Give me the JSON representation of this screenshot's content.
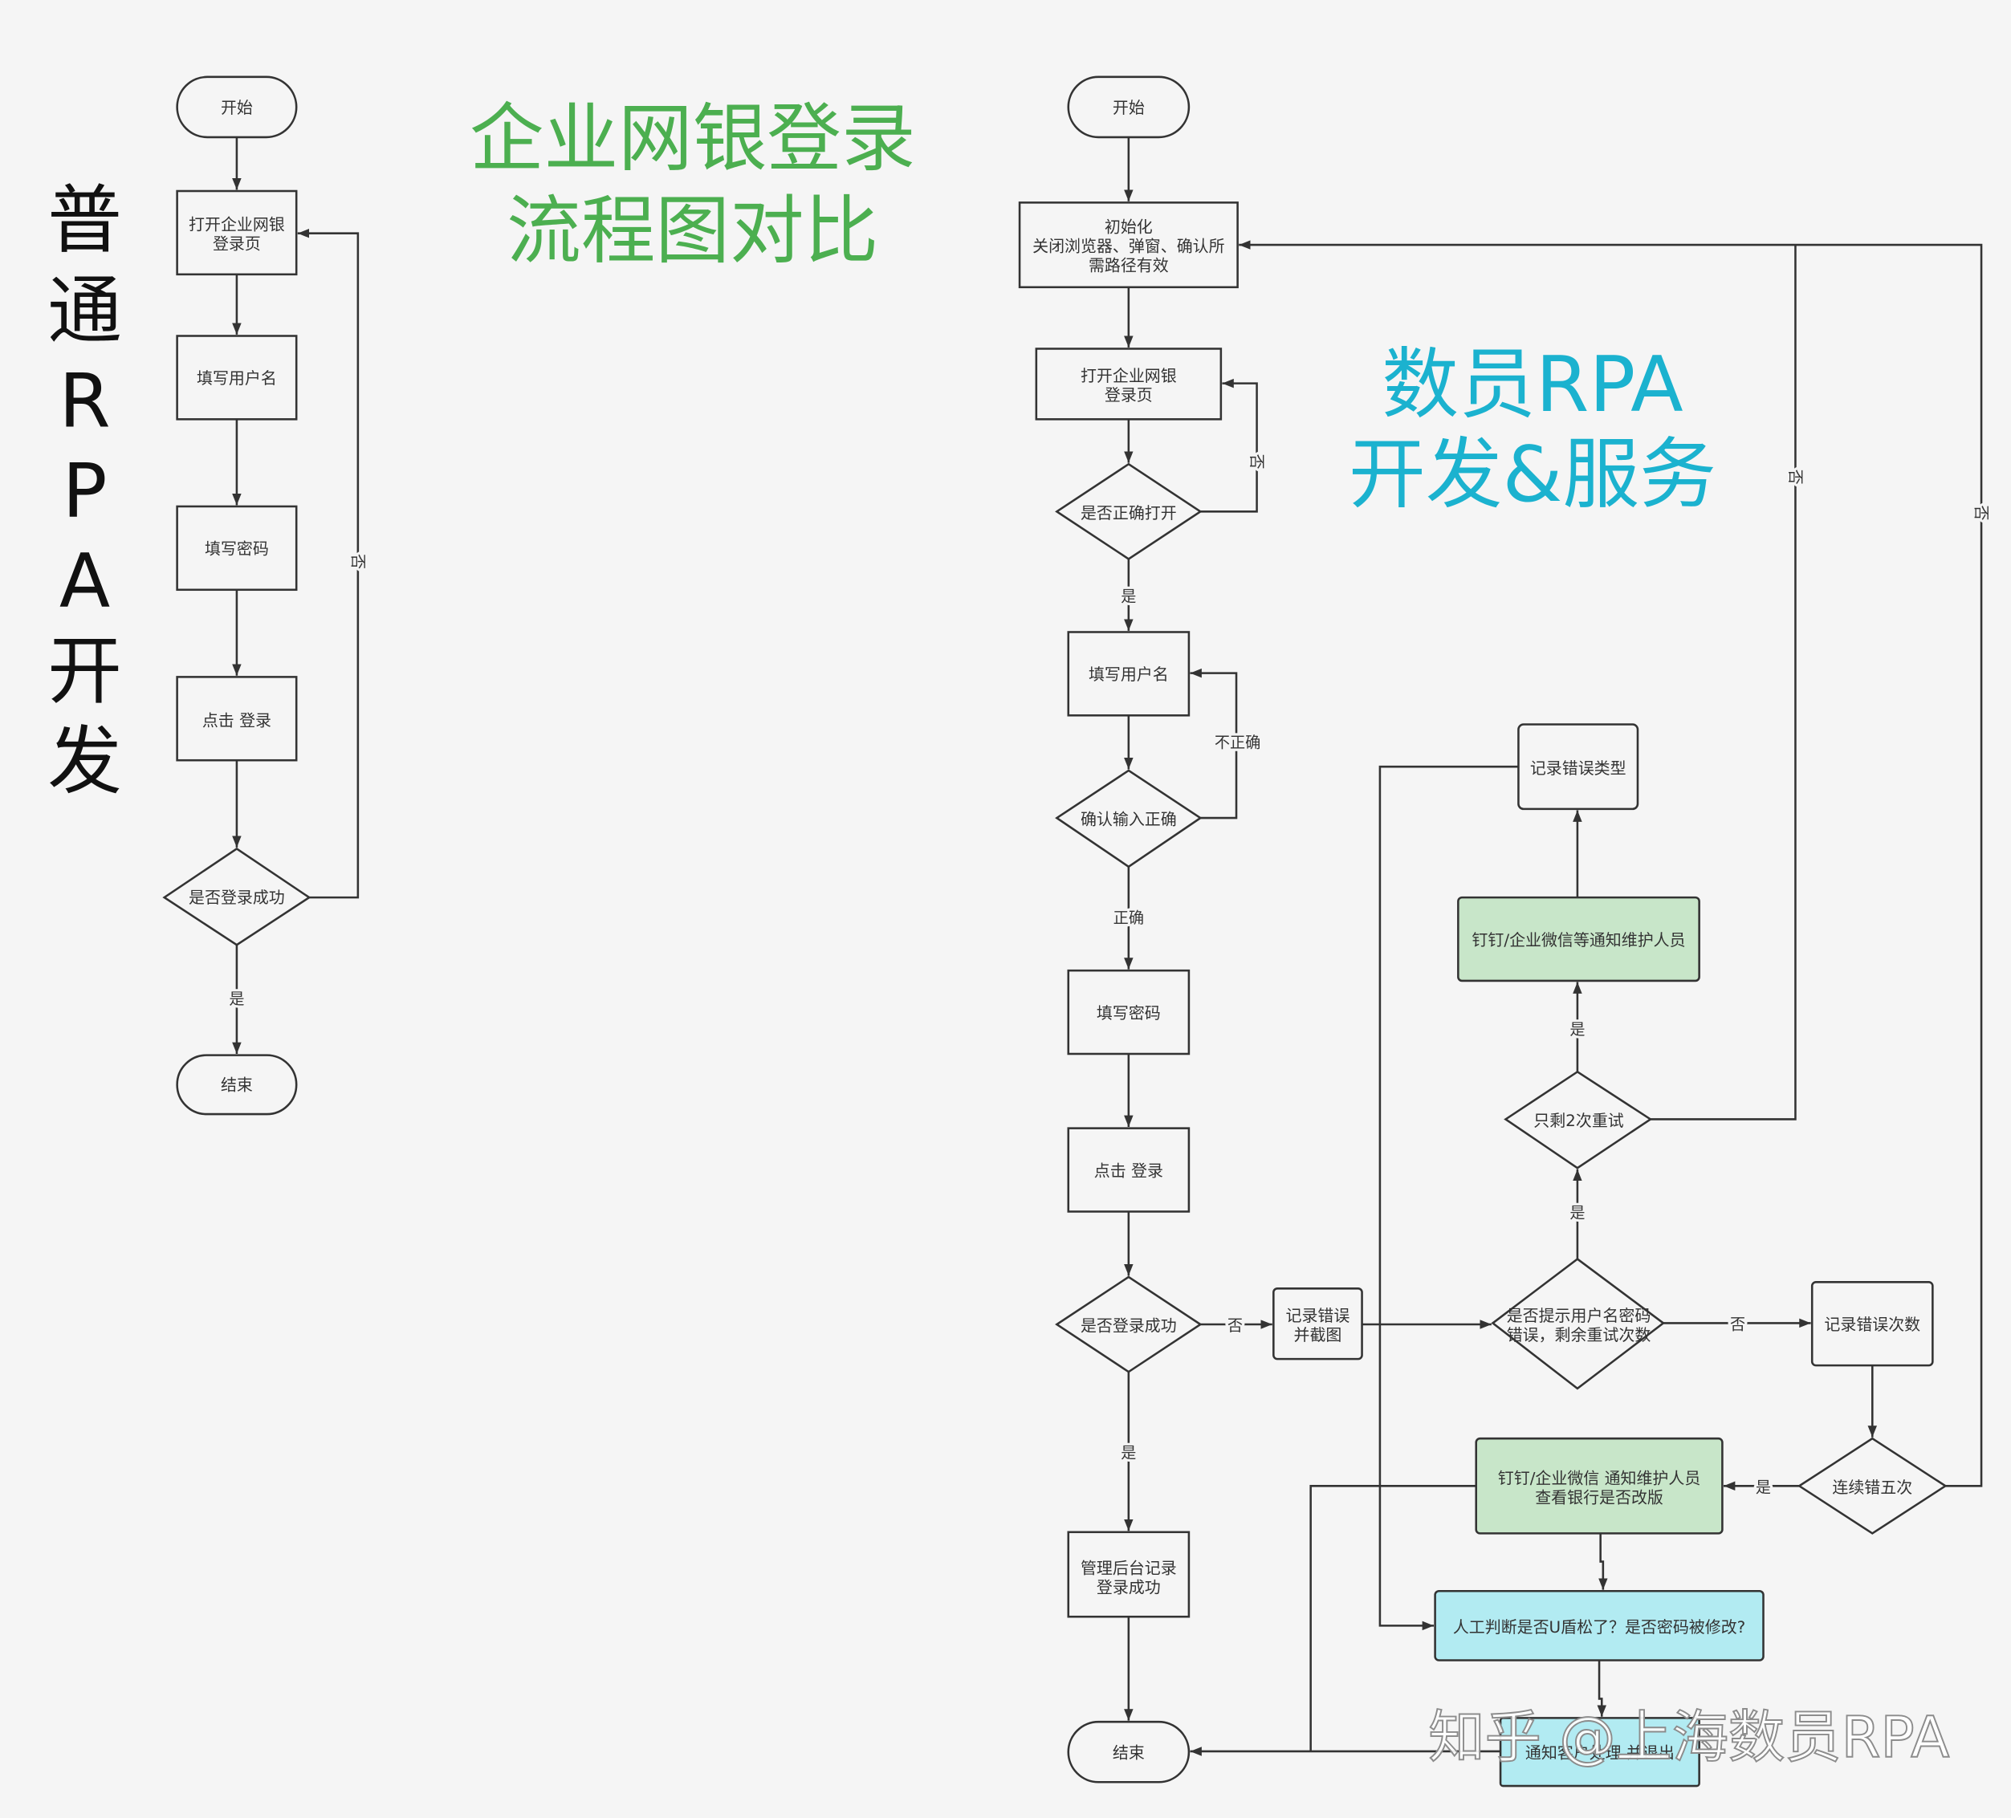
{
  "colors": {
    "background": "#f5f5f5",
    "line": "#333333",
    "node_fill": "#f5f5f5",
    "green_fill": "#c8e6c9",
    "cyan_fill": "#b2ebf2",
    "title_green": "#4caf50",
    "title_cyan": "#1bb2cf",
    "vertical_title": "#111111"
  },
  "titles": {
    "left_vertical": "普通RPA开发",
    "main": [
      "企业网银登录",
      "流程图对比"
    ],
    "right": [
      "数员RPA",
      "开发&服务"
    ]
  },
  "left_flow": {
    "start": "开始",
    "open_page": [
      "打开企业网银",
      "登录页"
    ],
    "fill_username": "填写用户名",
    "fill_password": "填写密码",
    "click_login": "点击 登录",
    "login_success": "是否登录成功",
    "end": "结束",
    "edge_labels": {
      "no": "否",
      "yes": "是"
    }
  },
  "right_flow": {
    "start": "开始",
    "init": [
      "初始化",
      "关闭浏览器、弹窗、确认所",
      "需路径有效"
    ],
    "open_page": [
      "打开企业网银",
      "登录页"
    ],
    "opened_correctly": "是否正确打开",
    "fill_username": "填写用户名",
    "confirm_input": "确认输入正确",
    "fill_password": "填写密码",
    "click_login": "点击 登录",
    "login_success": "是否登录成功",
    "record_error_screenshot": [
      "记录错误",
      "并截图"
    ],
    "prompt_error_check": [
      "是否提示用户名密码",
      "错误，剩余重试次数"
    ],
    "record_error_count": "记录错误次数",
    "five_errors": "连续错五次",
    "notify_check_bank": [
      "钉钉/企业微信 通知维护人员",
      "查看银行是否改版"
    ],
    "two_retries_left": "只剩2次重试",
    "notify_maintainer": "钉钉/企业微信等通知维护人员",
    "record_error_type": "记录错误类型",
    "manual_check": "人工判断是否U盾松了？是否密码被修改?",
    "notify_customer": "通知客户处理 并退出",
    "admin_log": [
      "管理后台记录",
      "登录成功"
    ],
    "end": "结束",
    "edge_labels": {
      "no": "否",
      "yes": "是",
      "incorrect": "不正确",
      "correct": "正确"
    }
  },
  "watermark": "知乎 @上海数员RPA"
}
